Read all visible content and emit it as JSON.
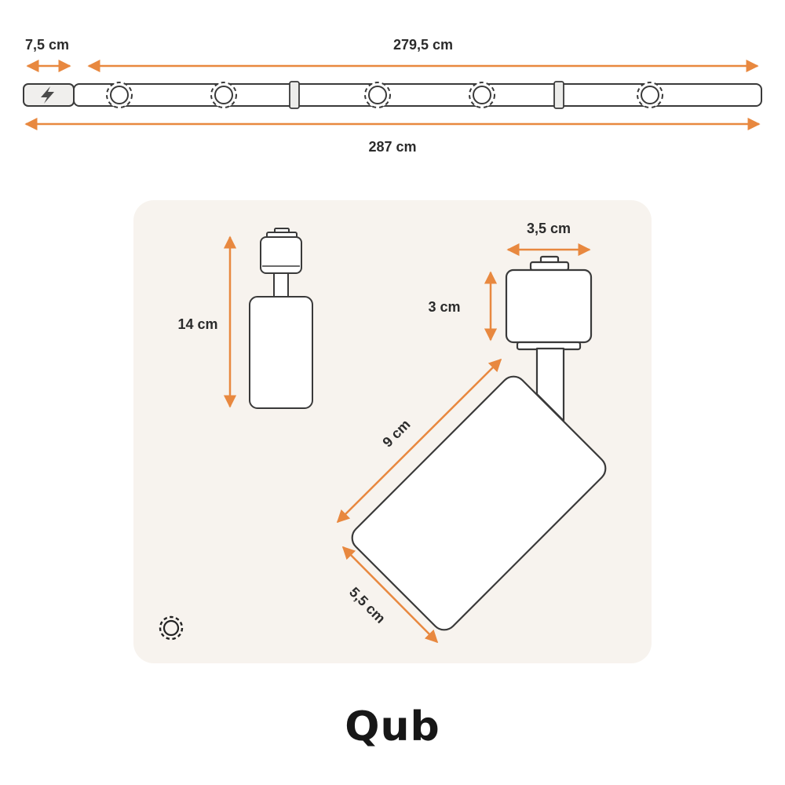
{
  "diagram": {
    "track": {
      "dim_connector": "7,5 cm",
      "dim_rail": "279,5 cm",
      "dim_total": "287 cm"
    },
    "spotlight": {
      "dim_height": "14 cm",
      "dim_adapter_width": "3,5 cm",
      "dim_adapter_height": "3 cm",
      "dim_body_length": "9 cm",
      "dim_body_diameter": "5,5 cm"
    }
  },
  "footer": {
    "brand": "Qub"
  },
  "colors": {
    "accent_arrow": "#E8883F",
    "panel_background": "#F7F3EE",
    "outline": "#3A3A3A"
  }
}
